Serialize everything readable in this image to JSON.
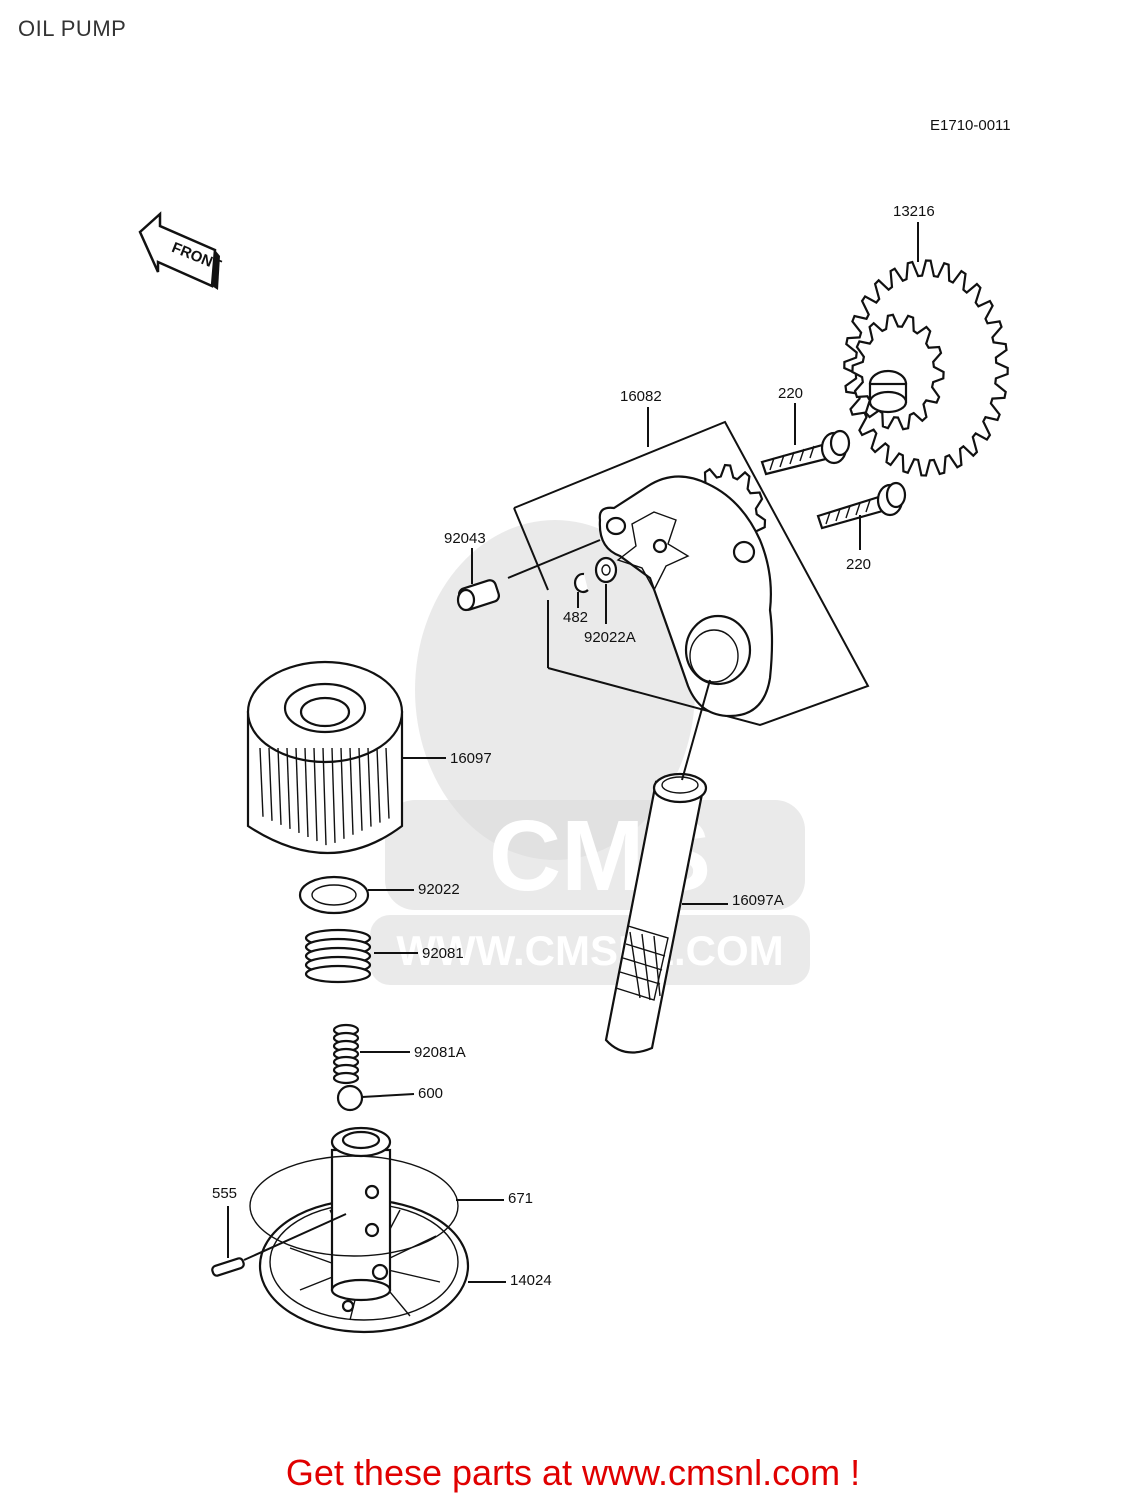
{
  "title": "OIL PUMP",
  "diagram_code": "E1710-0011",
  "front_label": "FRONT",
  "watermark": {
    "brand": "CMS",
    "url": "WWW.CMSNL.COM"
  },
  "footer": "Get these parts at www.cmsnl.com !",
  "parts": {
    "p13216": "13216",
    "p16082": "16082",
    "p220a": "220",
    "p220b": "220",
    "p92043": "92043",
    "p482": "482",
    "p92022A": "92022A",
    "p16097": "16097",
    "p16097A": "16097A",
    "p92022": "92022",
    "p92081": "92081",
    "p92081A": "92081A",
    "p600": "600",
    "p555": "555",
    "p671": "671",
    "p14024": "14024"
  }
}
